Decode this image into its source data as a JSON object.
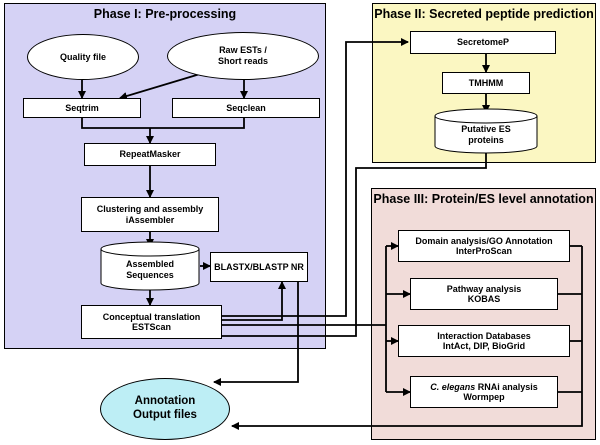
{
  "phase1": {
    "title": "Phase I: Pre-processing",
    "quality_file": "Quality file",
    "raw_ests_1": "Raw ESTs /",
    "raw_ests_2": "Short reads",
    "seqtrim": "Seqtrim",
    "seqclean": "Seqclean",
    "repeatmasker": "RepeatMasker",
    "clustering_1": "Clustering and assembly",
    "clustering_2": "iAssembler",
    "assembled_1": "Assembled",
    "assembled_2": "Sequences",
    "blast": "BLASTX/BLASTP NR",
    "conceptual_1": "Conceptual translation",
    "conceptual_2": "ESTScan"
  },
  "phase2": {
    "title": "Phase II: Secreted peptide prediction",
    "secretomep": "SecretomeP",
    "tmhmm": "TMHMM",
    "putative_1": "Putative ES",
    "putative_2": "proteins"
  },
  "phase3": {
    "title": "Phase III: Protein/ES level annotation",
    "domain_1": "Domain analysis/GO Annotation",
    "domain_2": "InterProScan",
    "pathway_1": "Pathway analysis",
    "pathway_2": "KOBAS",
    "interaction_1": "Interaction Databases",
    "interaction_2": "IntAct, DIP, BioGrid",
    "celegans_italic": "C. elegans",
    "celegans_rest": " RNAi analysis",
    "celegans_2": "Wormpep"
  },
  "output": {
    "line1": "Annotation",
    "line2": "Output files"
  },
  "colors": {
    "phase1_bg": "#d5d2f5",
    "phase2_bg": "#fbf7c2",
    "phase3_bg": "#f1dcd9",
    "output_bg": "#bdeef5"
  }
}
